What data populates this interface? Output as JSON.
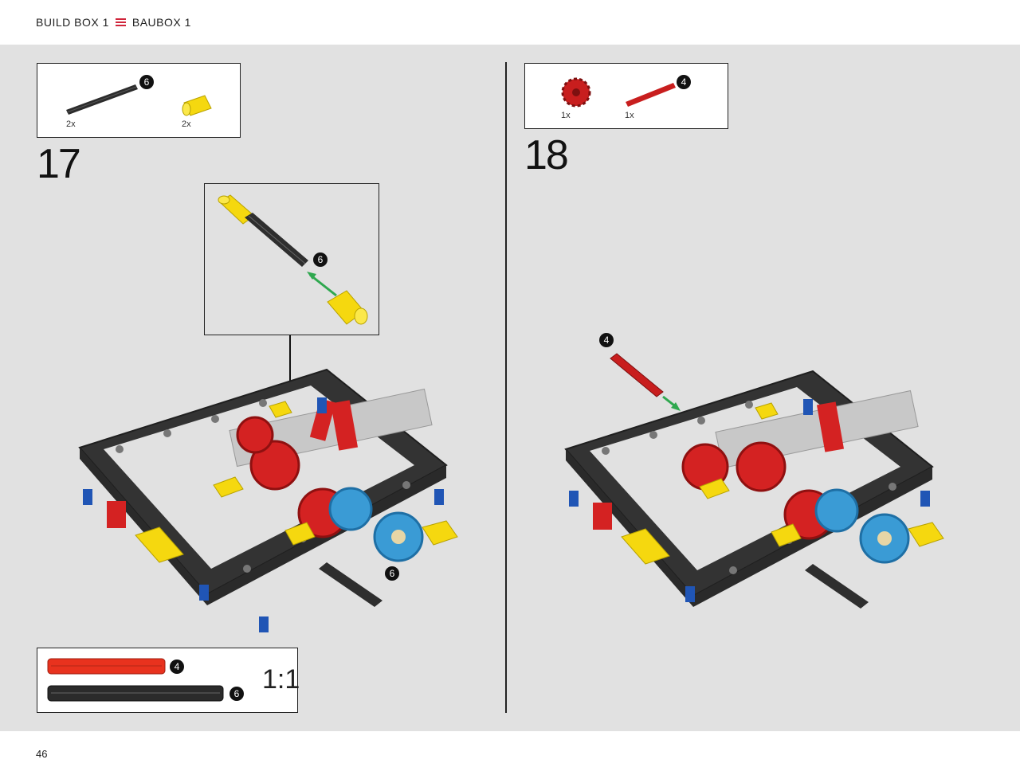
{
  "header": {
    "title_en": "BUILD BOX 1",
    "title_de": "BAUBOX 1"
  },
  "footer": {
    "page_number": "46"
  },
  "step17": {
    "number": "17",
    "parts": [
      {
        "name": "black-axle",
        "qty": "2x",
        "length_badge": "6"
      },
      {
        "name": "yellow-connector",
        "qty": "2x"
      }
    ],
    "callout_badge": "6",
    "model_badge": "6"
  },
  "step18": {
    "number": "18",
    "parts": [
      {
        "name": "red-gear",
        "qty": "1x"
      },
      {
        "name": "red-axle",
        "qty": "1x",
        "length_badge": "4"
      }
    ],
    "model_badge": "4"
  },
  "scale_legend": {
    "ratio": "1:1",
    "items": [
      {
        "color": "#e8321e",
        "badge": "4"
      },
      {
        "color": "#2b2b2b",
        "badge": "6"
      }
    ]
  }
}
